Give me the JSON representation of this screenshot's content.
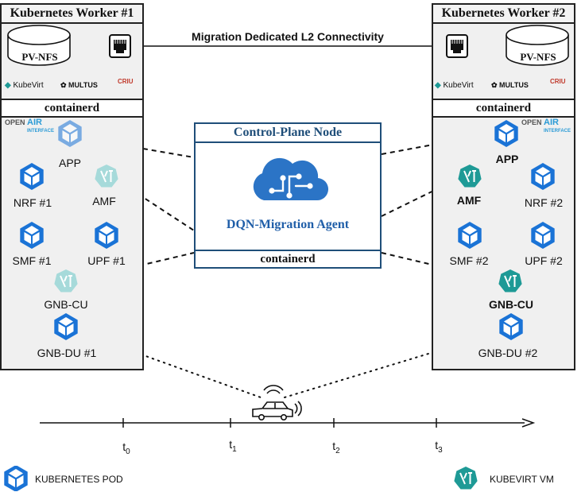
{
  "workers": [
    {
      "title": "Kubernetes Worker #1",
      "storage": "PV-NFS",
      "runtime": "containerd",
      "brands": {
        "kubevirt": "KubeVirt",
        "multus": "MULTUS",
        "criu": "CRIU"
      },
      "oai": {
        "line1": "OPEN",
        "line2": "AIR",
        "line3": "INTERFACE"
      },
      "nodes": {
        "app": "APP",
        "nrf": "NRF #1",
        "amf": "AMF",
        "smf": "SMF #1",
        "upf": "UPF #1",
        "gnb_cu": "GNB-CU",
        "gnb_du": "GNB-DU #1"
      }
    },
    {
      "title": "Kubernetes Worker #2",
      "storage": "PV-NFS",
      "runtime": "containerd",
      "brands": {
        "kubevirt": "KubeVirt",
        "multus": "MULTUS",
        "criu": "CRIU"
      },
      "oai": {
        "line1": "OPEN",
        "line2": "AIR",
        "line3": "INTERFACE"
      },
      "nodes": {
        "app": "APP",
        "nrf": "NRF #2",
        "amf": "AMF",
        "smf": "SMF #2",
        "upf": "UPF #2",
        "gnb_cu": "GNB-CU",
        "gnb_du": "GNB-DU #2"
      }
    }
  ],
  "link_label": "Migration Dedicated L2 Connectivity",
  "control_plane": {
    "title": "Control-Plane Node",
    "agent": "DQN-Migration Agent",
    "runtime": "containerd"
  },
  "timeline": [
    {
      "base": "t",
      "sub": "0"
    },
    {
      "base": "t",
      "sub": "1"
    },
    {
      "base": "t",
      "sub": "2"
    },
    {
      "base": "t",
      "sub": "3"
    }
  ],
  "legend": {
    "pod": "KUBERNETES POD",
    "vm": "KUBEVIRT VM"
  },
  "colors": {
    "pod": "#1a73d6",
    "vm_worker1": "#a6dada",
    "vm_worker2": "#1e9a96",
    "control_plane": "#1f4e79",
    "agent_icon": "#2b74c6"
  }
}
